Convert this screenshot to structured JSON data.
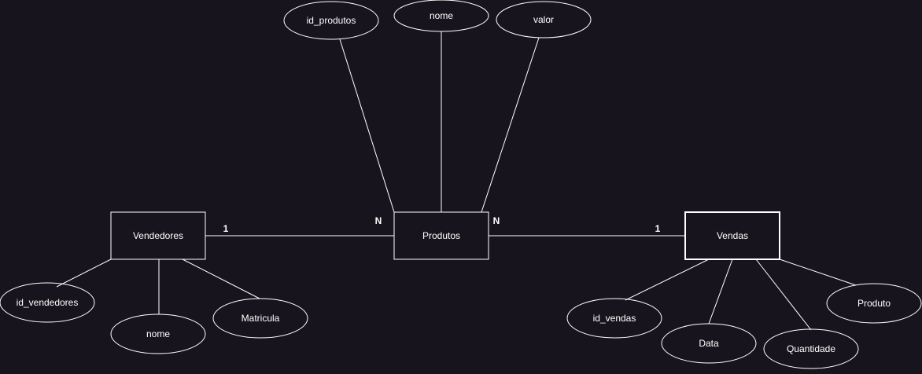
{
  "colors": {
    "background": "#18141d",
    "stroke": "#ffffff",
    "text": "#ffffff"
  },
  "entities": {
    "vendedores": "Vendedores",
    "produtos": "Produtos",
    "vendas": "Vendas"
  },
  "attributes": {
    "id_produtos": "id_produtos",
    "nome_produto": "nome",
    "valor": "valor",
    "id_vendedores": "id_vendedores",
    "nome_vendedor": "nome",
    "matricula": "Matricula",
    "id_vendas": "id_vendas",
    "data": "Data",
    "quantidade": "Quantidade",
    "produto": "Produto"
  },
  "cardinalities": {
    "vendedores_side": "1",
    "produtos_left": "N",
    "produtos_right": "N",
    "vendas_side": "1"
  }
}
